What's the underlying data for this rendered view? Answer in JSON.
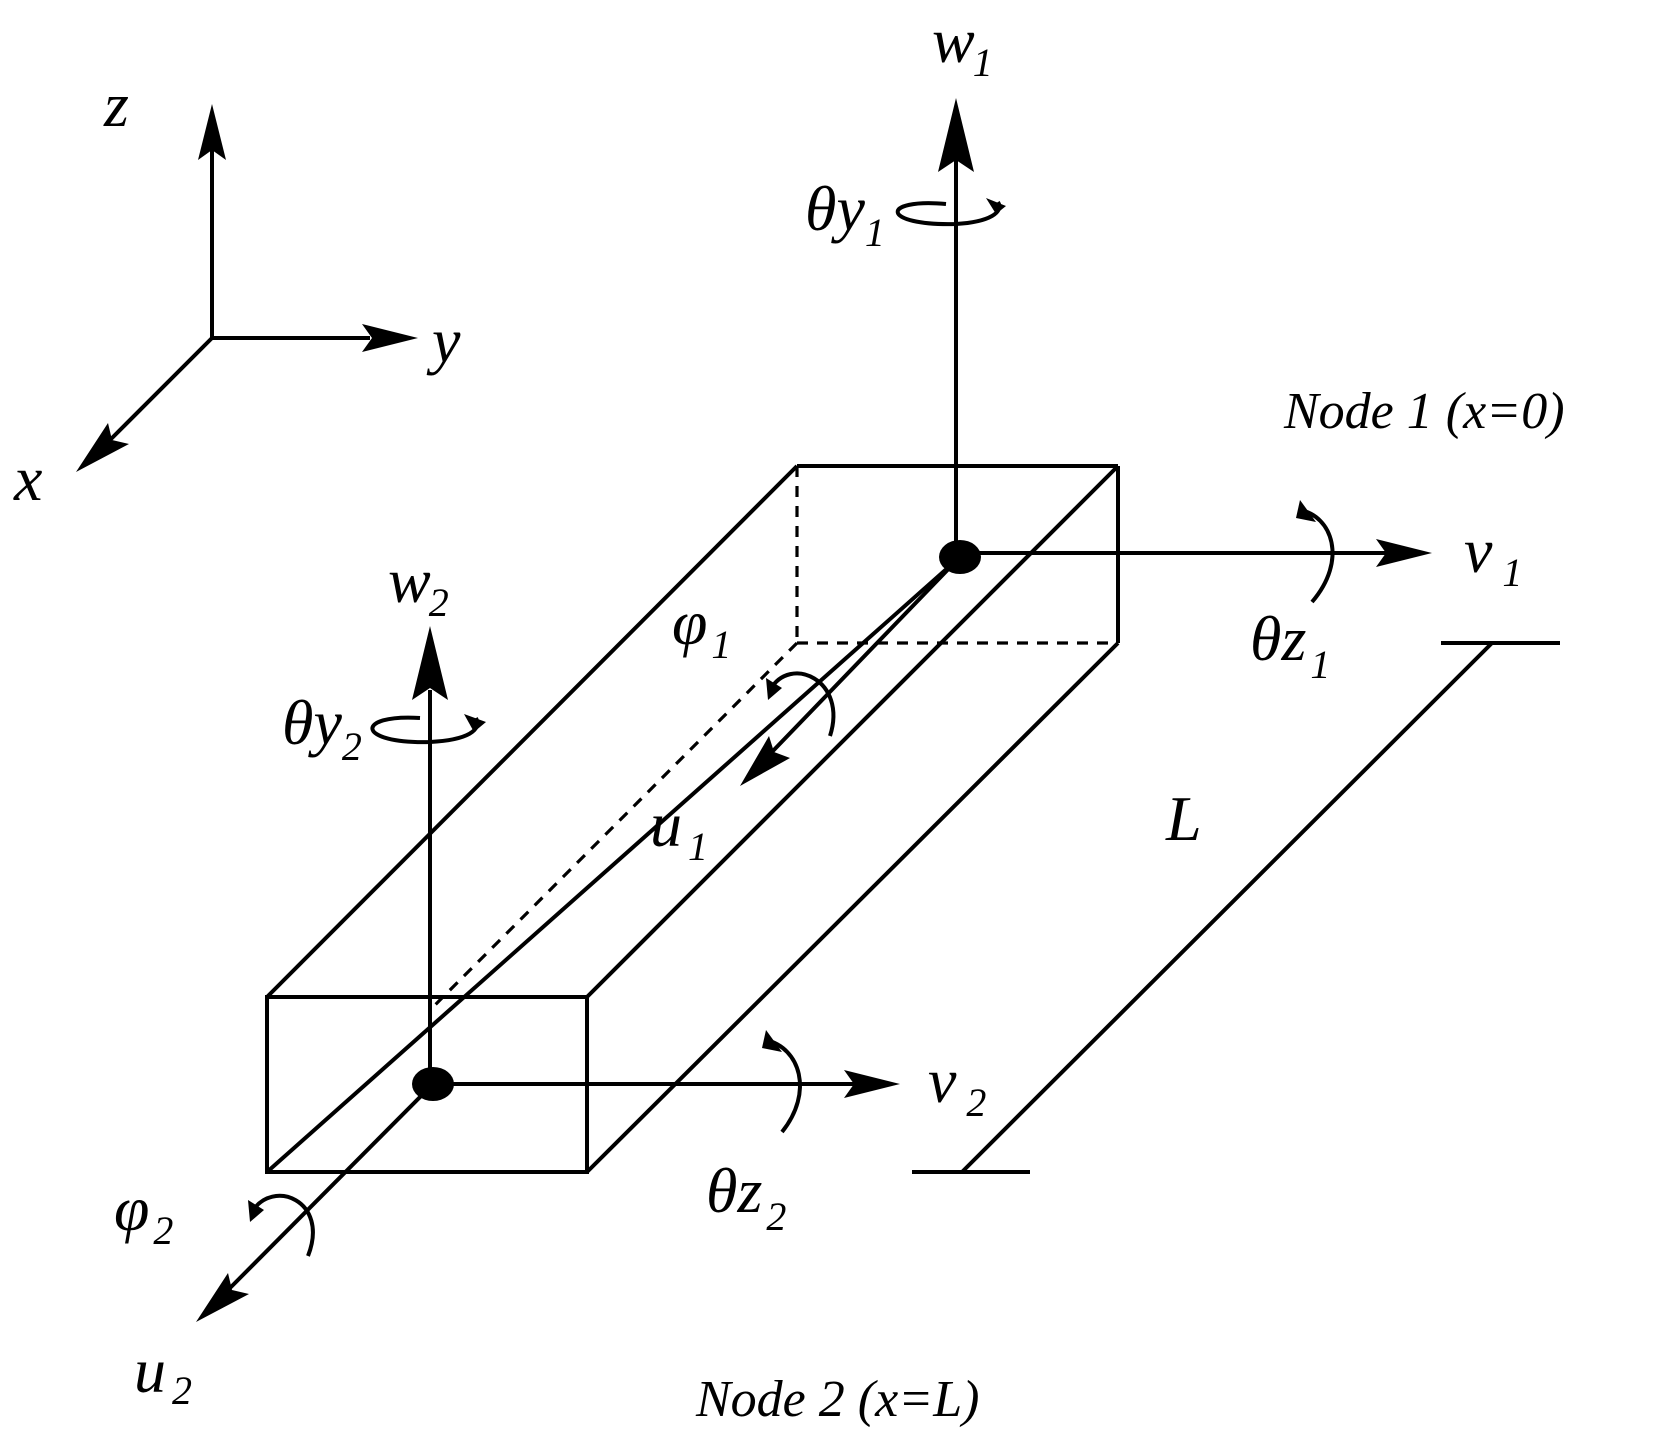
{
  "labels": {
    "axis_z": "z",
    "axis_y": "y",
    "axis_x": "x",
    "w": "w",
    "w1_sub": "1",
    "w2_sub": "2",
    "theta": "θ",
    "theta_y": "y",
    "theta_z": "z",
    "theta_y1_sub": "1",
    "theta_y2_sub": "2",
    "theta_z1_sub": "1",
    "theta_z2_sub": "2",
    "v": "v",
    "v1_sub": "1",
    "v2_sub": "2",
    "u": "u",
    "u1_sub": "1",
    "u2_sub": "2",
    "phi": "φ",
    "phi1_sub": "1",
    "phi2_sub": "2",
    "length": "L",
    "node1": "Node 1 (x=0)",
    "node2": "Node 2 (x=L)"
  }
}
